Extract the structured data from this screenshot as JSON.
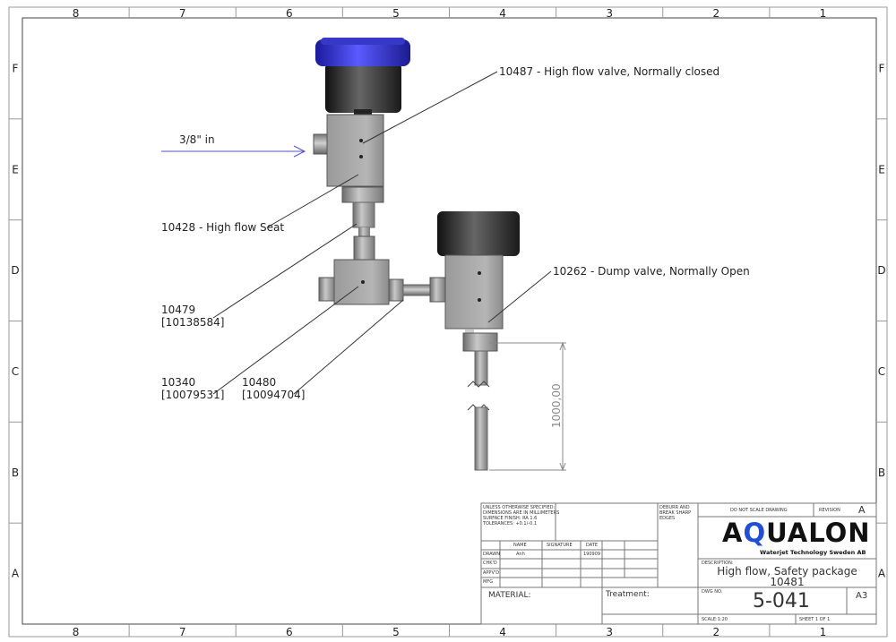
{
  "frame": {
    "columns": [
      "8",
      "7",
      "6",
      "5",
      "4",
      "3",
      "2",
      "1"
    ],
    "rows": [
      "F",
      "E",
      "D",
      "C",
      "B",
      "A"
    ]
  },
  "callouts": {
    "inlet": "3/8\" in",
    "valve_nc": "10487 - High flow valve, Normally closed",
    "seat": "10428 - High flow Seat",
    "dump": "10262 - Dump valve, Normally Open",
    "p10479": [
      "10479",
      "[10138584]"
    ],
    "p10340": [
      "10340",
      "[10079531]"
    ],
    "p10480": [
      "10480",
      "[10094704]"
    ],
    "dimension": "1000,00"
  },
  "title_block": {
    "notes": [
      "UNLESS OTHERWISE SPECIFIED:",
      "DIMENSIONS ARE IN MILLIMETERS",
      "SURFACE FINISH: RA 1.6",
      "TOLERANCES: +0.1/-0.1"
    ],
    "deburr": [
      "DEBURR AND",
      "BREAK SHARP",
      "EDGES"
    ],
    "do_not_scale": "DO NOT SCALE DRAWING",
    "revision_label": "REVISION",
    "revision": "A",
    "logo": "AQUALON",
    "company": "Waterjet Technology Sweden AB",
    "headers": [
      "NAME",
      "SIGNATURE",
      "DATE"
    ],
    "roles": [
      "DRAWN",
      "CHK'D",
      "APPV'D",
      "MFG"
    ],
    "drawn_name": "Anh",
    "drawn_date": "190909",
    "description_label": "DESCRIPTION:",
    "description": "High flow, Safety package",
    "description_no": "10481",
    "material": "MATERIAL:",
    "treatment": "Treatment:",
    "dwg_label": "DWG NO.",
    "dwg_no": "5-041",
    "size": "A3",
    "scale": "SCALE:1:20",
    "sheet": "SHEET 1 OF 1"
  }
}
